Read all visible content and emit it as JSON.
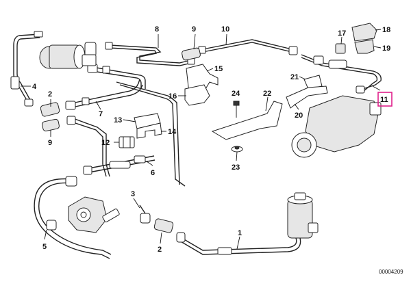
{
  "diagram": {
    "doc_number": "00004209",
    "highlight_color": "#e0208a",
    "highlighted_callout": "11",
    "callouts": {
      "c1": "1",
      "c2a": "2",
      "c2b": "2",
      "c3": "3",
      "c4": "4",
      "c5": "5",
      "c6": "6",
      "c7": "7",
      "c8": "8",
      "c9a": "9",
      "c9b": "9",
      "c10": "10",
      "c11": "11",
      "c12": "12",
      "c13": "13",
      "c14": "14",
      "c15": "15",
      "c16": "16",
      "c17": "17",
      "c18": "18",
      "c19": "19",
      "c20": "20",
      "c21": "21",
      "c22": "22",
      "c23": "23",
      "c24": "24"
    }
  }
}
